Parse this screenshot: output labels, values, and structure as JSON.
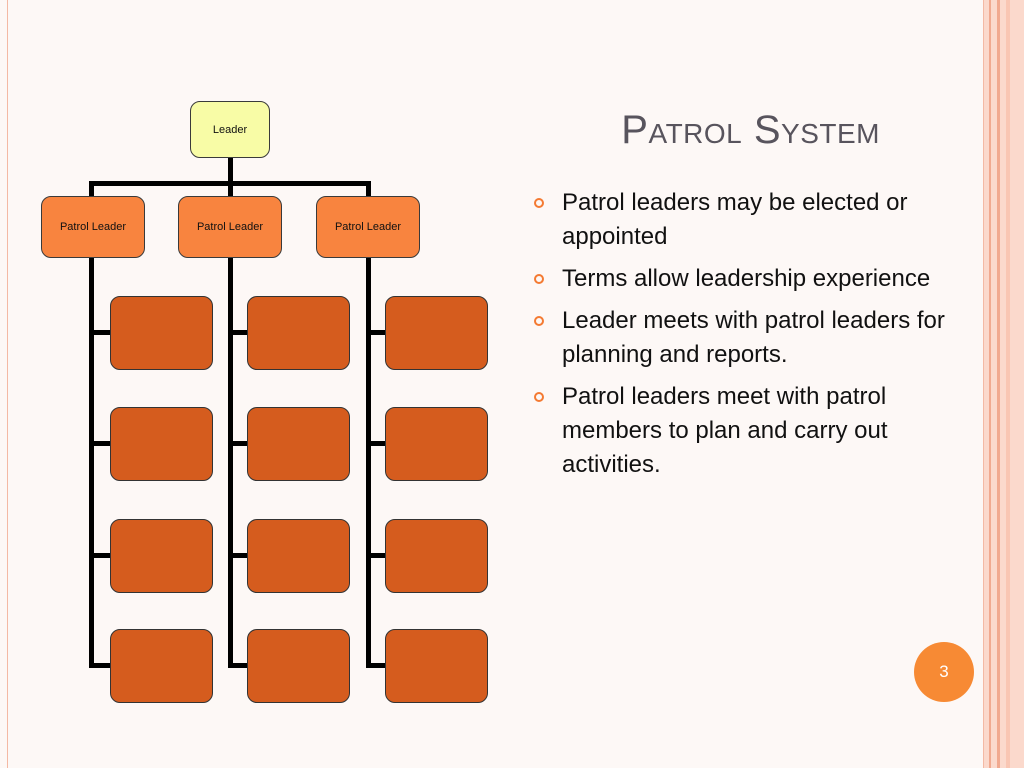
{
  "slide": {
    "title": "Patrol System",
    "bullets": [
      "Patrol leaders may be elected or appointed",
      "Terms allow leadership experience",
      "Leader meets with patrol leaders for planning and reports.",
      "Patrol leaders meet with patrol members to plan and carry out activities."
    ],
    "page_number": "3"
  },
  "org_chart": {
    "leader": "Leader",
    "patrol_leaders": [
      "Patrol Leader",
      "Patrol Leader",
      "Patrol Leader"
    ],
    "members_per_patrol": 4
  },
  "colors": {
    "leader_fill": "#f8fca6",
    "patrol_leader_fill": "#f8843f",
    "member_fill": "#d55c1e",
    "accent": "#f78a34",
    "title_color": "#58545d"
  }
}
